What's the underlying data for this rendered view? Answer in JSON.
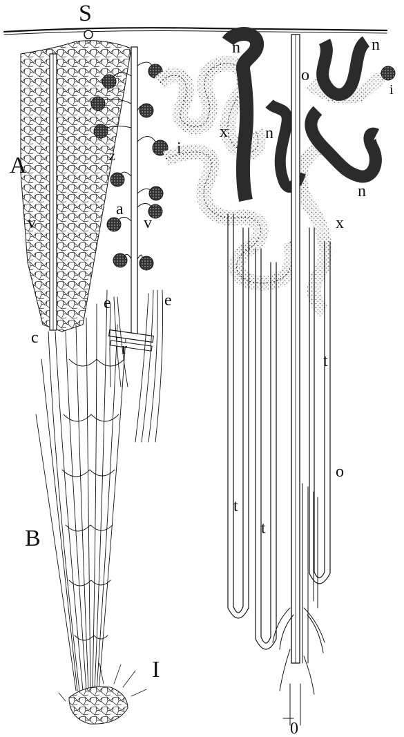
{
  "figure": {
    "labels": {
      "S": "S",
      "A": "A",
      "B": "B",
      "I": "I",
      "v_upper": "v",
      "v_lower": "v",
      "c": "c",
      "z": "z",
      "a": "a",
      "e_left": "e",
      "e_right": "e",
      "r": "r",
      "i_left": "i",
      "i_right": "i",
      "x_upper": "x",
      "x_lower": "x",
      "n_1": "n",
      "n_2": "n",
      "n_3": "n",
      "n_4": "n",
      "o_upper": "o",
      "o_lower": "o",
      "t_1": "t",
      "t_2": "t",
      "t_3": "t",
      "bottom_mark": "0"
    },
    "colors": {
      "ink": "#111111",
      "dark_tubule": "#2b2b2b",
      "dotted_tubule": "#f2f2f2",
      "background": "#ffffff"
    }
  }
}
